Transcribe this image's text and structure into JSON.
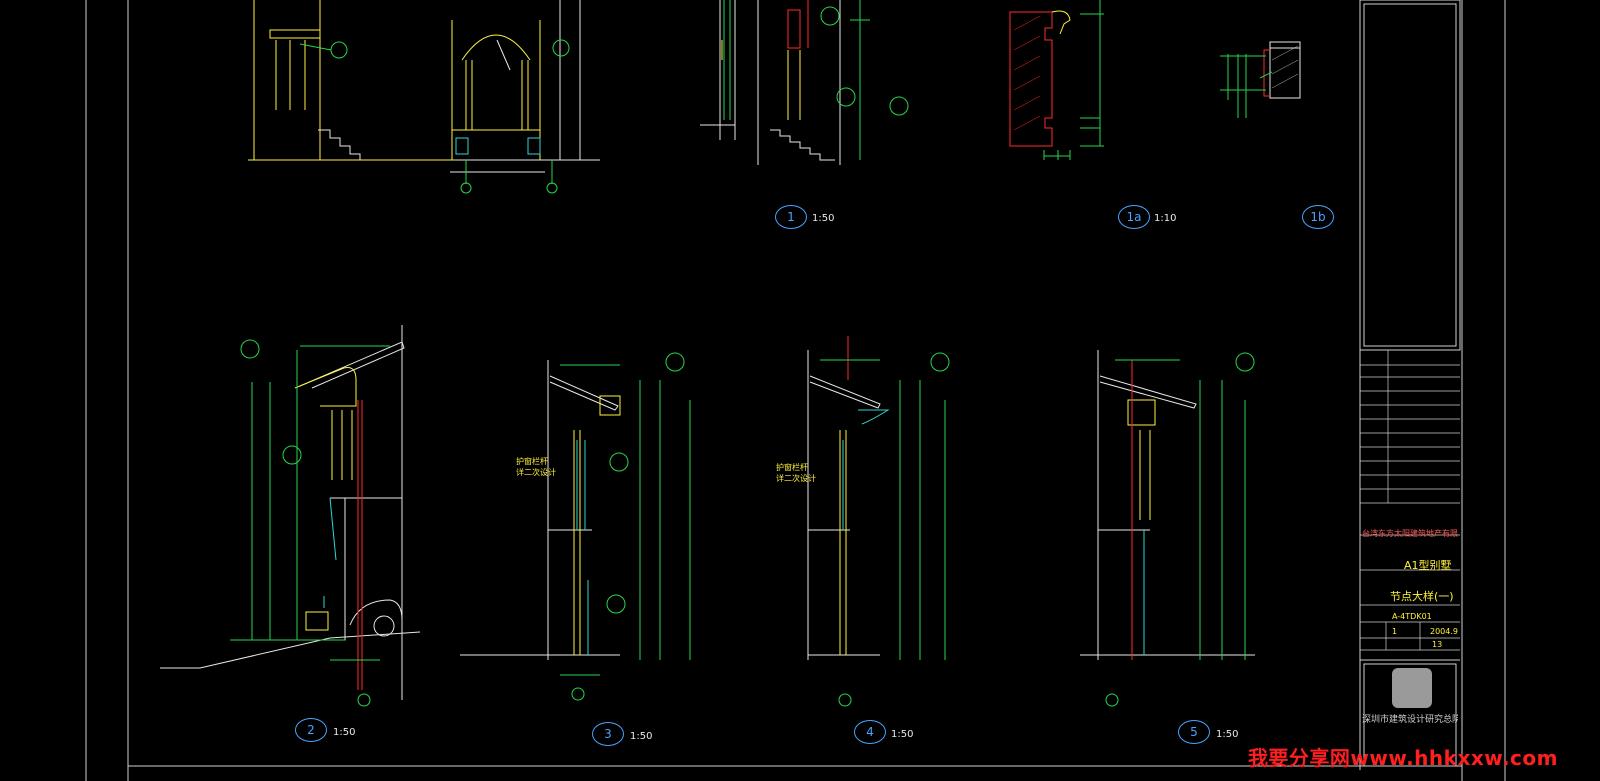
{
  "details": [
    {
      "key": "1",
      "label": "1",
      "scale": "1:50"
    },
    {
      "key": "1a",
      "label": "1a",
      "scale": "1:10"
    },
    {
      "key": "1b",
      "label": "1b",
      "scale": ""
    },
    {
      "key": "2",
      "label": "2",
      "scale": "1:50"
    },
    {
      "key": "3",
      "label": "3",
      "scale": "1:50"
    },
    {
      "key": "4",
      "label": "4",
      "scale": "1:50"
    },
    {
      "key": "5",
      "label": "5",
      "scale": "1:50"
    }
  ],
  "title_block": {
    "client": "台湾东方太阳建筑地产有限公司",
    "project_name": "A1型别墅",
    "drawing_title": "节点大样(一)",
    "drawing_no": "A-4TDK01",
    "scale_value": "1",
    "date": "2004.9",
    "sheet_no": "13",
    "institute": "深圳市建筑设计研究总院"
  },
  "annotations": {
    "note_a": "护窗栏杆",
    "note_b": "详二次设计",
    "note_c": "护窗栏杆",
    "note_d": "详二次设计"
  },
  "watermark": "我要分享网www.hhkxxw.com",
  "colors": {
    "background": "#000000",
    "line_green": "#25d64b",
    "line_yellow": "#fff23a",
    "line_cyan": "#2fd6d6",
    "line_red": "#ff2a2a",
    "line_white": "#e8e8e8",
    "line_blue": "#4aa3ff",
    "watermark_red": "#ff1f1f"
  }
}
